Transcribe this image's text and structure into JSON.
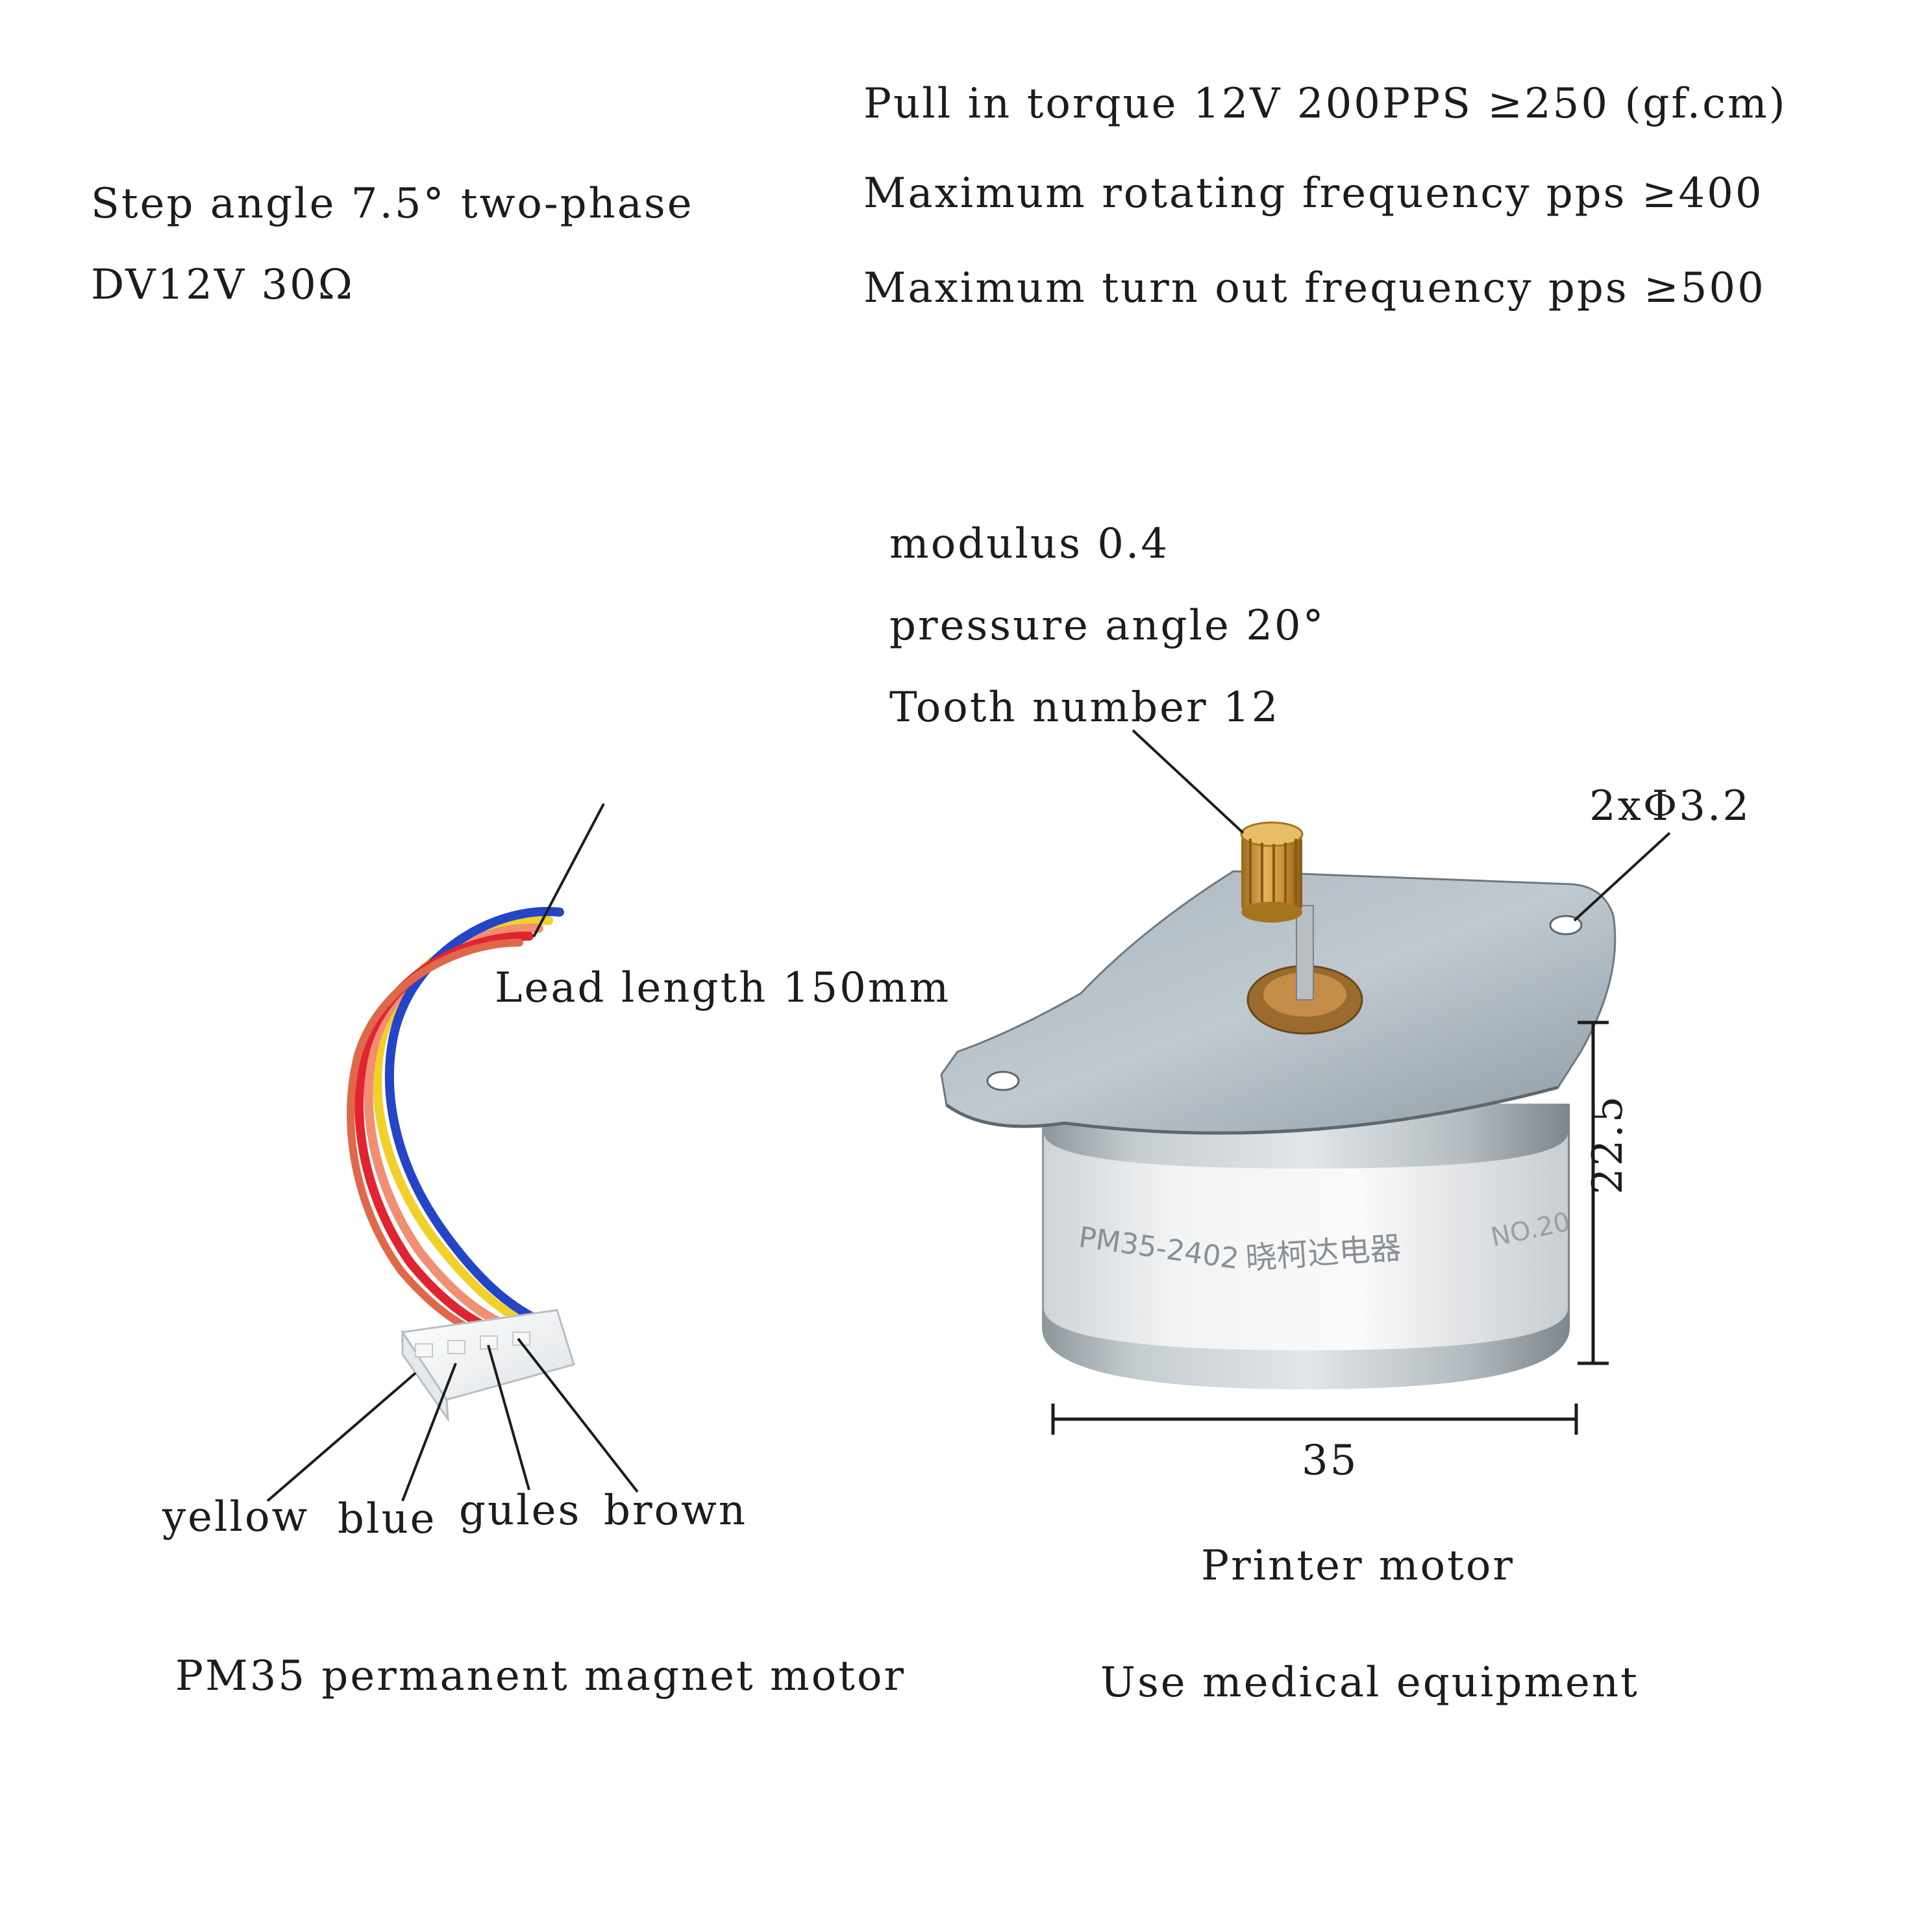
{
  "specs_left": {
    "step_angle": "Step angle 7.5° two-phase",
    "voltage_resistance": "DV12V 30Ω"
  },
  "specs_right": {
    "pull_in_torque": "Pull in torque 12V 200PPS ≥250 (gf.cm)",
    "max_rotating_frequency": "Maximum rotating frequency pps ≥400",
    "max_turn_out_frequency": "Maximum turn out frequency pps ≥500"
  },
  "gear": {
    "modulus": "modulus 0.4",
    "pressure_angle": "pressure angle 20°",
    "tooth_number": "Tooth number 12"
  },
  "mounting_holes": "2xΦ3.2",
  "lead_length": "Lead length 150mm",
  "wires": {
    "yellow": "yellow",
    "blue": "blue",
    "gules": "gules",
    "brown": "brown"
  },
  "dimensions": {
    "height": "22.5",
    "diameter": "35"
  },
  "label_print": {
    "model": "PM35-2402",
    "maker": "晓柯达电器",
    "serial": "NO.20"
  },
  "captions": {
    "motor_type": "PM35 permanent magnet motor",
    "application_1": "Printer motor",
    "application_2": "Use medical equipment"
  },
  "wire_colors": {
    "yellow": "#f2d02a",
    "blue": "#2545c8",
    "red": "#e02530",
    "salmon": "#f08f72",
    "brown": "#e0684a"
  }
}
